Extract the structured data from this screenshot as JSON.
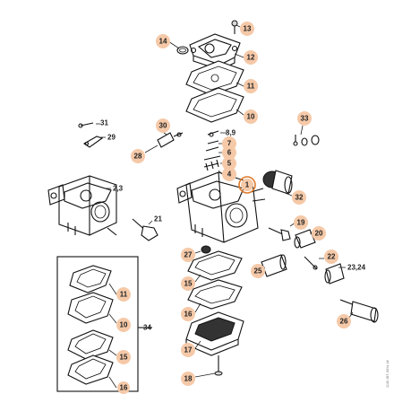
{
  "diagram": {
    "callouts": {
      "c14": "14",
      "c13": "13",
      "c12": "12",
      "c11a": "11",
      "c10a": "10",
      "c30": "30",
      "c28": "28",
      "c7": "7",
      "c6": "6",
      "c5": "5",
      "c4": "4",
      "c33": "33",
      "c1": "1",
      "c32": "32",
      "c19": "19",
      "c20": "20",
      "c22": "22",
      "c27": "27",
      "c25": "25",
      "c15a": "15",
      "c16a": "16",
      "c17": "17",
      "c18": "18",
      "c26": "26",
      "c11b": "11",
      "c10b": "10",
      "c15b": "15",
      "c16b": "16"
    },
    "plain_labels": {
      "l31": "31",
      "l29": "29",
      "l89": "8,9",
      "l23": "2,3",
      "l21": "21",
      "l2324": "23,24",
      "l34": "34"
    },
    "reference": "1140-GET-0034-A0"
  }
}
